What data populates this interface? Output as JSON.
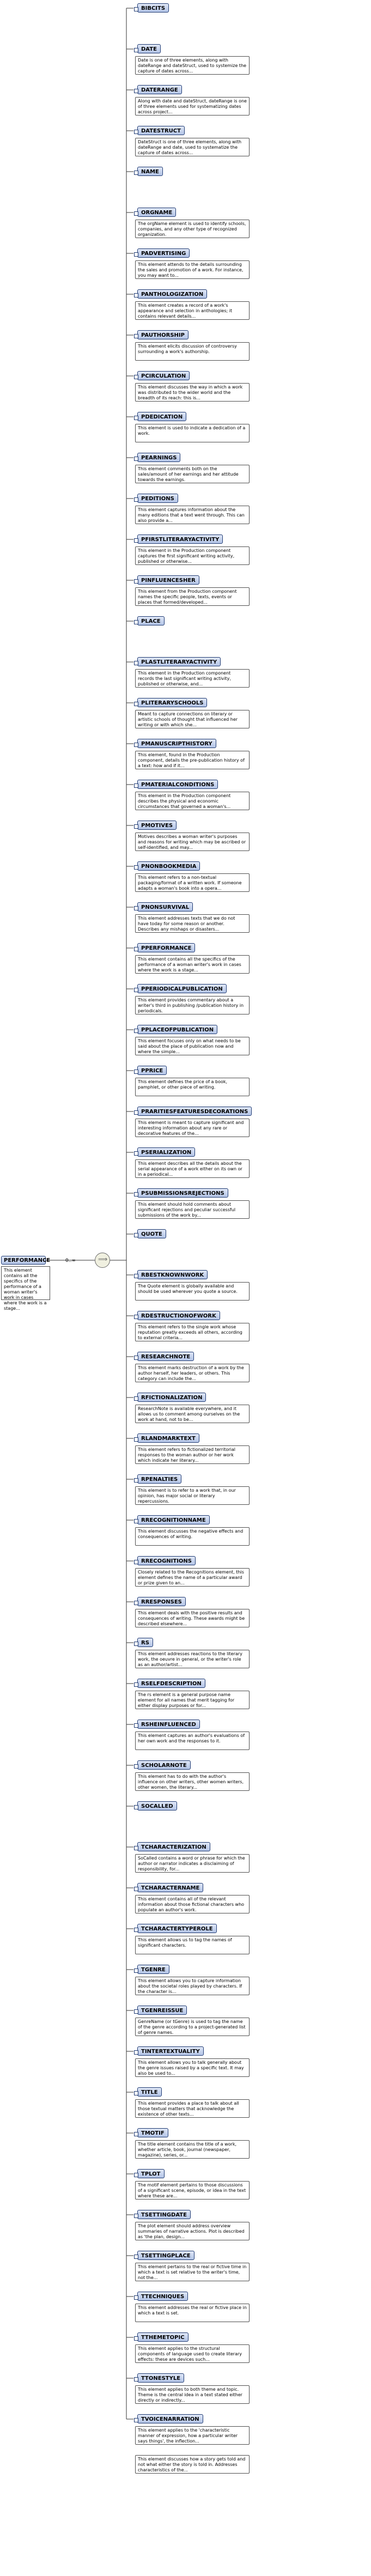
{
  "root": {
    "name": "PERFORMANCE",
    "description": "This element contains all the specifics of the performance of a woman writer's work in cases where the work is a stage..."
  },
  "connector": {
    "cardinality": "0..∞"
  },
  "children": [
    {
      "name": "BIBCITS",
      "description": ""
    },
    {
      "name": "DATE",
      "description": "Date is one of three elements, along with dateRange and dateStruct, used to systemize the capture of dates across..."
    },
    {
      "name": "DATERANGE",
      "description": "Along with date and dateStruct, dateRange is one of three elements used for systematizing dates across project..."
    },
    {
      "name": "DATESTRUCT",
      "description": "DateStruct is one of three elements, along with dateRange and date, used to systematize the capture of dates across..."
    },
    {
      "name": "NAME",
      "description": ""
    },
    {
      "name": "ORGNAME",
      "description": "The orgName element is used to identify schools, companies, and any other type of recognized organization."
    },
    {
      "name": "PADVERTISING",
      "description": "This element attends to the details surrounding the sales and promotion of a work. For instance, you may want to..."
    },
    {
      "name": "PANTHOLOGIZATION",
      "description": "This element creates a record of a work's appearance and selection in anthologies; it contains relevant details..."
    },
    {
      "name": "PAUTHORSHIP",
      "description": "This element elicits discussion of controversy surrounding a work's authorship."
    },
    {
      "name": "PCIRCULATION",
      "description": "This element discusses the way in which a work was distributed to the wider world and the breadth of its reach: this is..."
    },
    {
      "name": "PDEDICATION",
      "description": "This element is used to indicate a dedication of a work."
    },
    {
      "name": "PEARNINGS",
      "description": "This element comments both on the sales/amount of her earnings and her attitude towards the earnings."
    },
    {
      "name": "PEDITIONS",
      "description": "This element captures information about the many editions that a text went through. This can also provide a..."
    },
    {
      "name": "PFIRSTLITERARYACTIVITY",
      "description": "This element in the Production component captures the first significant writing activity, published or otherwise..."
    },
    {
      "name": "PINFLUENCESHER",
      "description": "This element from the Production component names the specific people, texts, events or places that formed/developed..."
    },
    {
      "name": "PLACE",
      "description": ""
    },
    {
      "name": "PLASTLITERARYACTIVITY",
      "description": "This element in the Production component records the last significant writing activity, published or otherwise, and..."
    },
    {
      "name": "PLITERARYSCHOOLS",
      "description": "Meant to capture connections on literary or artistic schools of thought that influenced her writing or with which she..."
    },
    {
      "name": "PMANUSCRIPTHISTORY",
      "description": "This element, found in the Production component, details the pre-publication history of a text: how and if it..."
    },
    {
      "name": "PMATERIALCONDITIONS",
      "description": "This element in the Production component describes the physical and economic circumstances that governed a woman's..."
    },
    {
      "name": "PMOTIVES",
      "description": "Motives describes a woman writer's purposes and reasons for writing which may be ascribed or self-identified, and may..."
    },
    {
      "name": "PNONBOOKMEDIA",
      "description": "This element refers to a non-textual packaging/format of a written work. If someone adapts a woman's book into a opera..."
    },
    {
      "name": "PNONSURVIVAL",
      "description": "This element addresses texts that we do not have today for some reason or another. Describes any mishaps or disasters..."
    },
    {
      "name": "PPERFORMANCE",
      "description": "This element contains all the specifics of the performance of a woman writer's work in cases where the work is a stage..."
    },
    {
      "name": "PPERIODICALPUBLICATION",
      "description": "This element provides commentary about a writer's third in publishing /publication history in periodicals."
    },
    {
      "name": "PPLACEOFPUBLICATION",
      "description": "This element focuses only on what needs to be said about the place of publication now and where the simple..."
    },
    {
      "name": "PPRICE",
      "description": "This element defines the price of a book, pamphlet, or other piece of writing."
    },
    {
      "name": "PRARITIESFEATURESDECORATIONS",
      "description": "This element is meant to capture significant and interesting information about any rare or decorative features of the..."
    },
    {
      "name": "PSERIALIZATION",
      "description": "This element describes all the details about the serial appearance of a work either on its own or in a periodical..."
    },
    {
      "name": "PSUBMISSIONSREJECTIONS",
      "description": "This element should hold comments about significant rejections and peculiar successful submissions of the work by..."
    },
    {
      "name": "QUOTE",
      "description": ""
    },
    {
      "name": "RBESTKNOWNWORK",
      "description": "The Quote element is globally available and should be used wherever you quote a source."
    },
    {
      "name": "RDESTRUCTIONOFWORK",
      "description": "This element refers to the single work whose reputation greatly exceeds all others, according to external criteria..."
    },
    {
      "name": "RESEARCHNOTE",
      "description": "This element marks destruction of a work by the author herself, her leaders, or others. This category can include the..."
    },
    {
      "name": "RFICTIONALIZATION",
      "description": "ResearchNote is available everywhere, and it allows us to comment among ourselves on the work at hand, not to be..."
    },
    {
      "name": "RLANDMARKTEXT",
      "description": "This element refers to fictionalized territorial responses to the woman author or her work which indicate her literary..."
    },
    {
      "name": "RPENALTIES",
      "description": "This element is to refer to a work that, in our opinion, has major social or literary repercussions."
    },
    {
      "name": "RRECOGNITIONNAME",
      "description": "This element discusses the negative effects and consequences of writing."
    },
    {
      "name": "RRECOGNITIONS",
      "description": "Closely related to the Recognitions element, this element defines the name of a particular award or prize given to an..."
    },
    {
      "name": "RRESPONSES",
      "description": "This element deals with the positive results and consequences of writing. These awards might be described elsewhere..."
    },
    {
      "name": "RS",
      "description": "This element addresses reactions to the literary work, the oeuvre in general, or the writer's role as an author/artist..."
    },
    {
      "name": "RSELFDESCRIPTION",
      "description": "The rs element is a general purpose name element for all names that merit tagging for either display purposes or for..."
    },
    {
      "name": "RSHEINFLUENCED",
      "description": "This element captures an author's evaluations of her own work and the responses to it."
    },
    {
      "name": "SCHOLARNOTE",
      "description": "This element has to do with the author's influence on other writers, other women writers, other women, the literary..."
    },
    {
      "name": "SOCALLED",
      "description": ""
    },
    {
      "name": "TCHARACTERIZATION",
      "description": "SoCalled contains a word or phrase for which the author or narrator indicates a disclaiming of responsibility, for..."
    },
    {
      "name": "TCHARACTERNAME",
      "description": "This element contains all of the relevant information about those fictional characters who populate an author's work."
    },
    {
      "name": "TCHARACTERTYPEROLE",
      "description": "This element allows us to tag the names of significant characters."
    },
    {
      "name": "TGENRE",
      "description": "This element allows you to capture information about the societal roles played by characters. If the character is..."
    },
    {
      "name": "TGENREISSUE",
      "description": "GenreName (or tGenre) is used to tag the name of the genre according to a project-generated list of genre names."
    },
    {
      "name": "TINTERTEXTUALITY",
      "description": "This element allows you to talk generally about the genre issues raised by a specific text. It may also be used to..."
    },
    {
      "name": "TITLE",
      "description": "This element provides a place to talk about all those textual matters that acknowledge the existence of other texts..."
    },
    {
      "name": "TMOTIF",
      "description": "The title element contains the title of a work, whether article, book, journal (newspaper, magazine), series, or..."
    },
    {
      "name": "TPLOT",
      "description": "The motif element pertains to those discussions of a significant scene, episode, or idea in the text where these are..."
    },
    {
      "name": "TSETTINGDATE",
      "description": "The plot element should address overview summaries of narrative actions. Plot is described as 'the plan, design..."
    },
    {
      "name": "TSETTINGPLACE",
      "description": "This element pertains to the real or fictive time in which a text is set relative to the writer's time, not the..."
    },
    {
      "name": "TTECHNIQUES",
      "description": "This element addresses the real or fictive place in which a text is set."
    },
    {
      "name": "TTHEMETOPIC",
      "description": "This element applies to the structural components of language used to create literary effects: these are devices such..."
    },
    {
      "name": "TTONESTYLE",
      "description": "This element applies to both theme and topic. Theme is the central idea in a text stated either directly or indirectly..."
    },
    {
      "name": "TVOICENARRATION",
      "description": "This element applies to the 'characteristic manner of expression, how a particular writer says things', the inflection..."
    },
    {
      "name": "",
      "description": "This element discusses how a story gets told and not what either the story is told in. Addresses characteristics of the..."
    }
  ]
}
